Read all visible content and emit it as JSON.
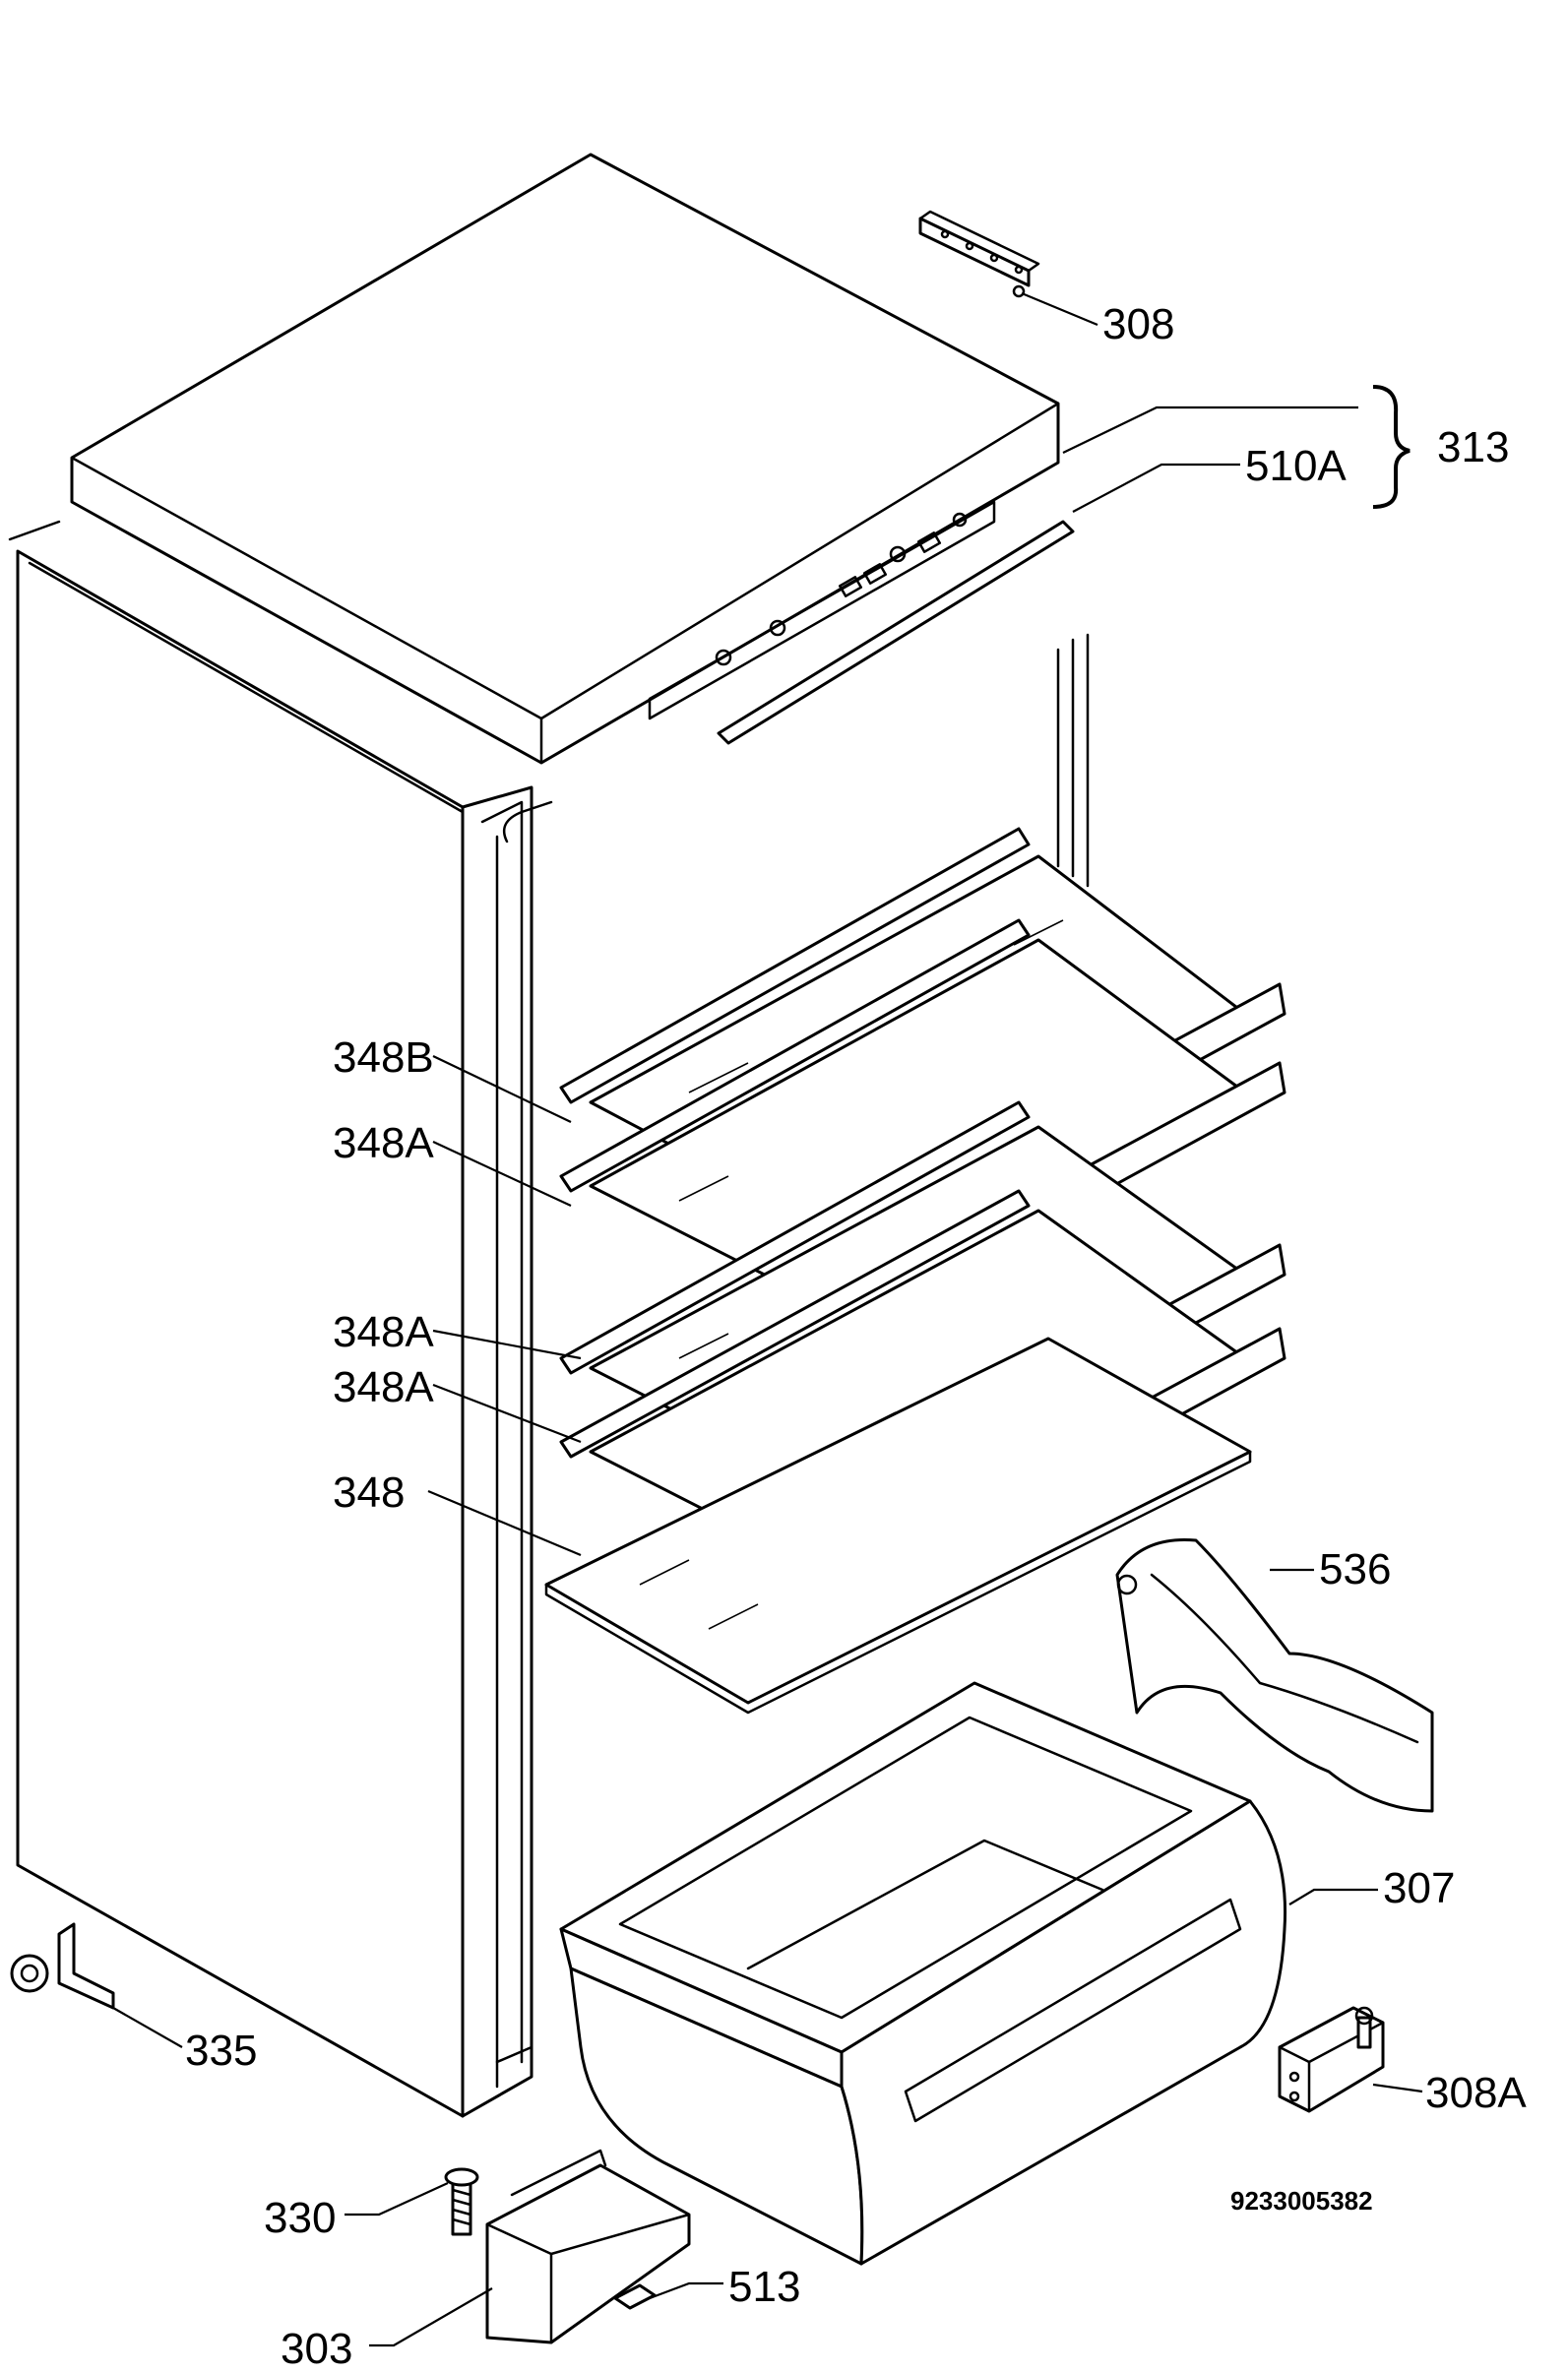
{
  "labels": {
    "p308": "308",
    "p313": "313",
    "p510a": "510A",
    "p348b": "348B",
    "p348a_1": "348A",
    "p348a_2": "348A",
    "p348a_3": "348A",
    "p348": "348",
    "p536": "536",
    "p307": "307",
    "p335": "335",
    "p308a": "308A",
    "p330": "330",
    "p513": "513",
    "p303": "303"
  },
  "document_number": "9233005382"
}
